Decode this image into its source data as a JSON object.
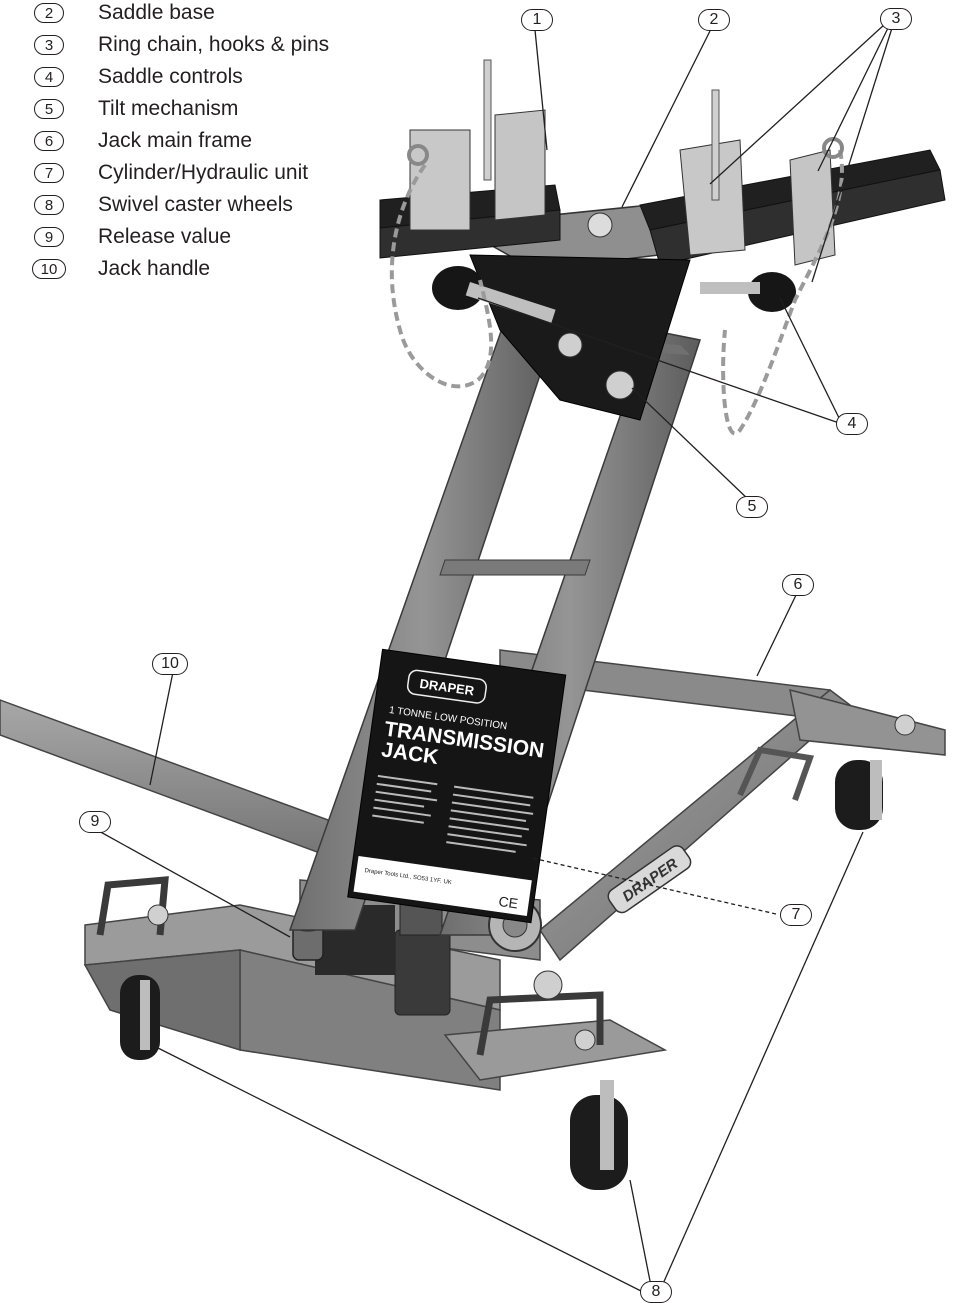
{
  "legend": [
    {
      "num": "2",
      "label": "Saddle base"
    },
    {
      "num": "3",
      "label": "Ring chain, hooks & pins"
    },
    {
      "num": "4",
      "label": "Saddle controls"
    },
    {
      "num": "5",
      "label": "Tilt mechanism"
    },
    {
      "num": "6",
      "label": "Jack main frame"
    },
    {
      "num": "7",
      "label": "Cylinder/Hydraulic unit"
    },
    {
      "num": "8",
      "label": "Swivel caster wheels"
    },
    {
      "num": "9",
      "label": "Release value"
    },
    {
      "num": "10",
      "label": "Jack handle"
    }
  ],
  "callouts": {
    "c1": "1",
    "c2": "2",
    "c3": "3",
    "c4": "4",
    "c5": "5",
    "c6": "6",
    "c7": "7",
    "c8": "8",
    "c9": "9",
    "c10": "10"
  },
  "plate": {
    "brand": "DRAPER",
    "subtitle": "1 TONNE LOW POSITION",
    "title_line1": "TRANSMISSION",
    "title_line2": "JACK",
    "footer": "Draper Tools Ltd., SO53 1YF. UK",
    "ce_mark": "CE"
  },
  "frame_logo": "DRAPER",
  "colors": {
    "metal_dark": "#2a2a2a",
    "frame_grey": "#7d7d7d",
    "frame_light": "#9c9c9c",
    "chrome": "#c8c8c8",
    "line": "#231f20"
  }
}
